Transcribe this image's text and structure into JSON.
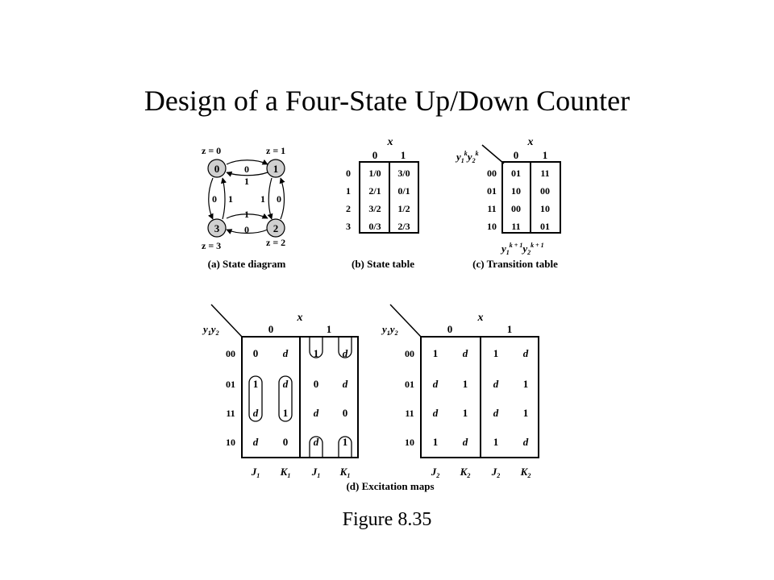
{
  "title": "Design of a Four-State Up/Down Counter",
  "caption": "Figure 8.35",
  "state_diagram": {
    "label": "(a) State diagram",
    "states": [
      "0",
      "1",
      "2",
      "3"
    ],
    "outputs": [
      "z = 0",
      "z = 1",
      "z = 2",
      "z = 3"
    ],
    "edge_labels": {
      "top_upper": "0",
      "top_lower": "1",
      "bottom_upper": "1",
      "bottom_lower": "0",
      "left_a": "0",
      "left_b": "1",
      "right_a": "1",
      "right_b": "0"
    }
  },
  "state_table": {
    "label": "(b) State table",
    "input": "x",
    "columns": [
      "0",
      "1"
    ],
    "rows": [
      "0",
      "1",
      "2",
      "3"
    ],
    "cells": [
      [
        "1/0",
        "3/0"
      ],
      [
        "2/1",
        "0/1"
      ],
      [
        "3/2",
        "1/2"
      ],
      [
        "0/3",
        "2/3"
      ]
    ]
  },
  "transition_table": {
    "label": "(c) Transition table",
    "input": "x",
    "columns": [
      "0",
      "1"
    ],
    "rows": [
      "00",
      "01",
      "11",
      "10"
    ],
    "cells": [
      [
        "01",
        "11"
      ],
      [
        "10",
        "00"
      ],
      [
        "00",
        "10"
      ],
      [
        "11",
        "01"
      ]
    ]
  },
  "excitation_maps": {
    "label": "(d) Excitation maps",
    "input": "x",
    "columns": [
      "0",
      "1"
    ],
    "rows": [
      "00",
      "01",
      "11",
      "10"
    ],
    "map1": {
      "cells": [
        [
          "0",
          "d",
          "1",
          "d"
        ],
        [
          "1",
          "d",
          "0",
          "d"
        ],
        [
          "d",
          "1",
          "d",
          "0"
        ],
        [
          "d",
          "0",
          "d",
          "1"
        ]
      ]
    },
    "map2": {
      "cells": [
        [
          "1",
          "d",
          "1",
          "d"
        ],
        [
          "d",
          "1",
          "d",
          "1"
        ],
        [
          "d",
          "1",
          "d",
          "1"
        ],
        [
          "1",
          "d",
          "1",
          "d"
        ]
      ]
    }
  }
}
